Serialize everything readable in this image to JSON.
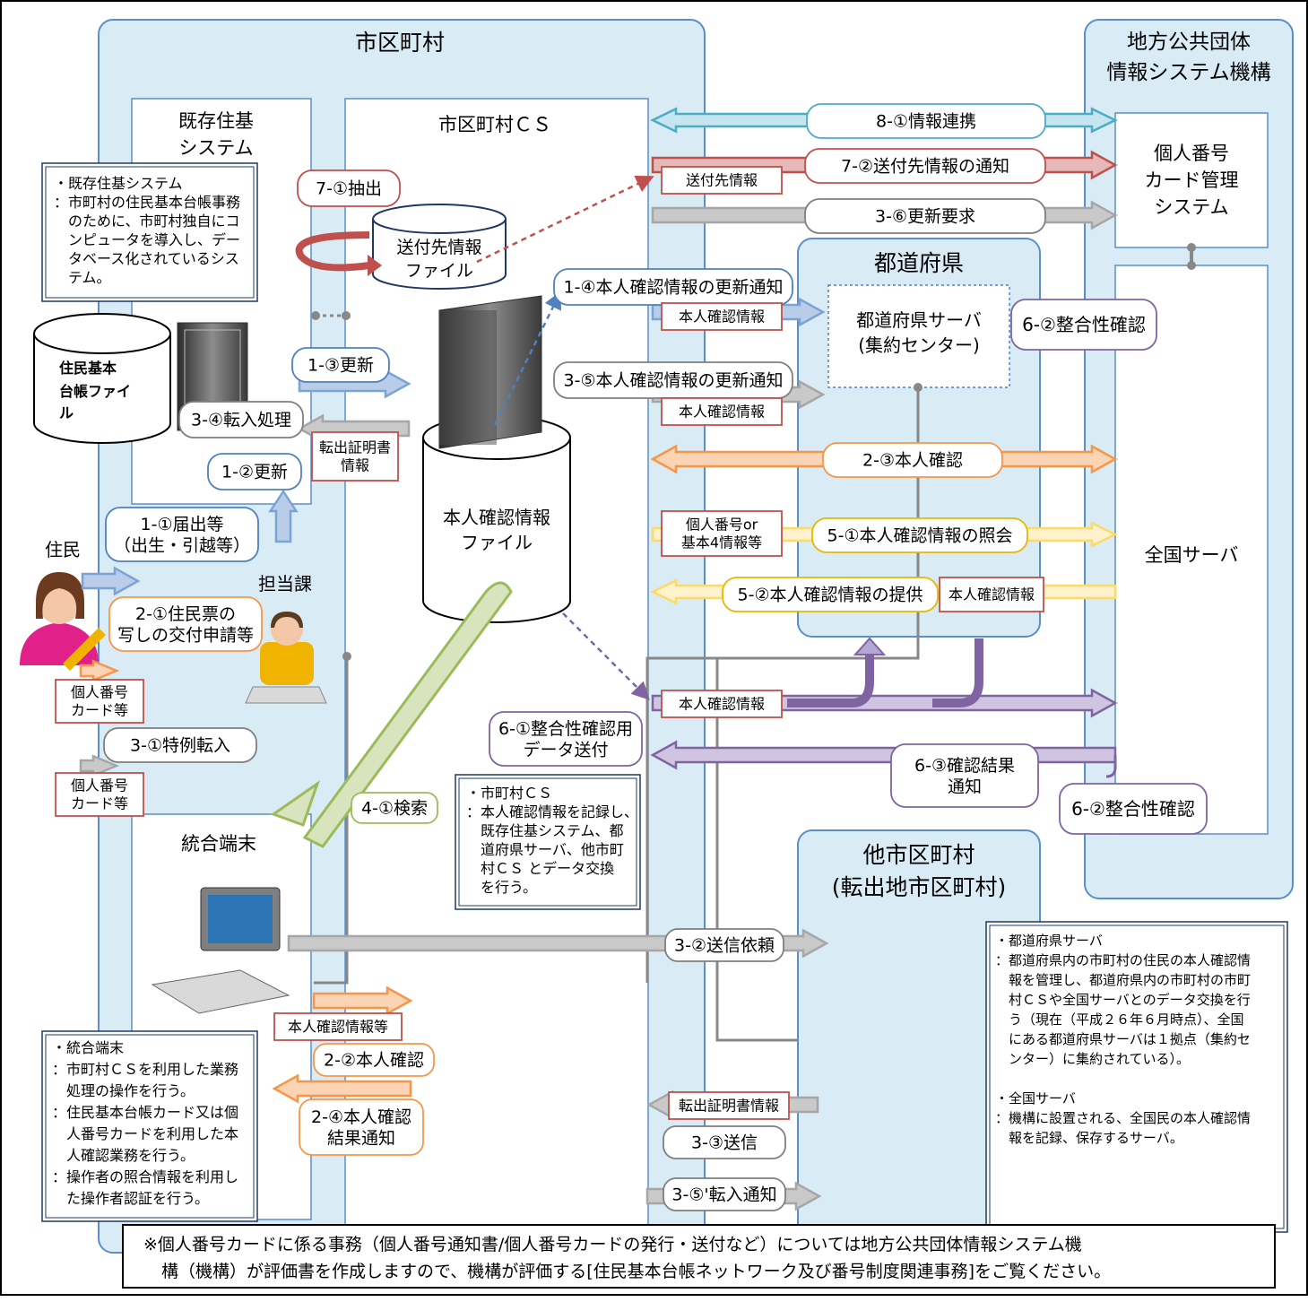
{
  "regions": {
    "municipality": "市区町村",
    "jlis": [
      "地方公共団体",
      "情報システム機構"
    ],
    "prefecture": "都道府県",
    "other_municipality": [
      "他市区町村",
      "(転出地市区町村)"
    ]
  },
  "systems": {
    "kison": [
      "既存住基",
      "システム"
    ],
    "cs": "市区町村ＣＳ",
    "card_mgmt": [
      "個人番号",
      "カード管理",
      "システム"
    ],
    "pref_server": [
      "都道府県サーバ",
      "(集約センター)"
    ],
    "national_server": "全国サーバ",
    "terminal": "統合端末",
    "resident_db": [
      "住民基本",
      "台帳ファイ",
      "ル"
    ],
    "sofu_file": [
      "送付先情報",
      "ファイル"
    ],
    "honnin_file": [
      "本人確認情報",
      "ファイル"
    ],
    "resident": "住民",
    "tantou": "担当課"
  },
  "notes": {
    "kison": [
      "・既存住基システム",
      "：市町村の住民基本台帳事務",
      "　のために、市町村独自にコ",
      "　ンピュータを導入し、デー",
      "　タベース化されているシス",
      "　テム。"
    ],
    "cs": [
      "・市町村ＣＳ",
      "：本人確認情報を記録し、",
      "　既存住基システム、都",
      "　道府県サーバ、他市町",
      "　村ＣＳ とデータ交換",
      "　を行う。"
    ],
    "terminal": [
      "・統合端末",
      "：市町村ＣＳを利用した業務",
      "　処理の操作を行う。",
      "：住民基本台帳カード又は個",
      "　人番号カードを利用した本",
      "　人確認業務を行う。",
      "：操作者の照合情報を利用し",
      "　た操作者認証を行う。"
    ],
    "servers": [
      "・都道府県サーバ",
      "：都道府県内の市町村の住民の本人確認情",
      "　報を管理し、都道府県内の市町村の市町",
      "　村ＣＳや全国サーバとのデータ交換を行",
      "　う（現在（平成２６年６月時点）、全国",
      "　にある都道府県サーバは１拠点（集約セ",
      "　ンター）に集約されている）。",
      "",
      "・全国サーバ",
      "：機構に設置される、全国民の本人確認情",
      "　報を記録、保存するサーバ。"
    ]
  },
  "steps": {
    "s1_1": [
      "1-①届出等",
      "（出生・引越等）"
    ],
    "s1_2": "1-②更新",
    "s1_3": "1-③更新",
    "s1_4": "1-④本人確認情報の更新通知",
    "s2_1": [
      "2-①住民票の",
      "写しの交付申請等"
    ],
    "s2_2": "2-②本人確認",
    "s2_3": "2-③本人確認",
    "s2_4": [
      "2-④本人確認",
      "結果通知"
    ],
    "s3_1": "3-①特例転入",
    "s3_2": "3-②送信依頼",
    "s3_3": "3-③送信",
    "s3_4": "3-④転入処理",
    "s3_5": "3-⑤本人確認情報の更新通知",
    "s3_5b": "3-⑤'転入通知",
    "s3_6": "3-⑥更新要求",
    "s4_1": "4-①検索",
    "s5_1": "5-①本人確認情報の照会",
    "s5_2": "5-②本人確認情報の提供",
    "s6_1": [
      "6-①整合性確認用",
      "データ送付"
    ],
    "s6_2": "6-②整合性確認",
    "s6_2b": "6-②整合性確認",
    "s6_3": [
      "6-③確認結果",
      "通知"
    ],
    "s7_1": "7-①抽出",
    "s7_2": "7-②送付先情報の通知",
    "s8_1": "8-①情報連携"
  },
  "labels": {
    "sofu_info": "送付先情報",
    "honnin_info_1": "本人確認情報",
    "honnin_info_2": "本人確認情報",
    "honnin_info_3": "本人確認情報",
    "honnin_info_4": "本人確認情報",
    "tenshutsu_info": [
      "転出証明書",
      "情報"
    ],
    "kojin_or": [
      "個人番号or",
      "基本4情報等"
    ],
    "card_1": [
      "個人番号",
      "カード等"
    ],
    "card_2": [
      "個人番号",
      "カード等"
    ],
    "honnin_info_etc": "本人確認情報等",
    "tenshutsu_info_2": "転出証明書情報"
  },
  "footer": [
    "※個人番号カードに係る事務（個人番号通知書/個人番号カードの発行・送付など）については地方公共団体情報システム機",
    "構（機構）が評価書を作成しますので、機構が評価する[住民基本台帳ネットワーク及び番号制度関連事務]をご覧ください。"
  ],
  "colors": {
    "region_fill": "#d9ecf5",
    "region_stroke": "#5b8fc9",
    "teal": "#4bacc6",
    "red": "#c0504d",
    "gray": "#a6a6a6",
    "blue": "#7ba3d6",
    "orange": "#f79646",
    "yellow": "#ffd966",
    "purple": "#8064a2",
    "green": "#9bbb59"
  }
}
